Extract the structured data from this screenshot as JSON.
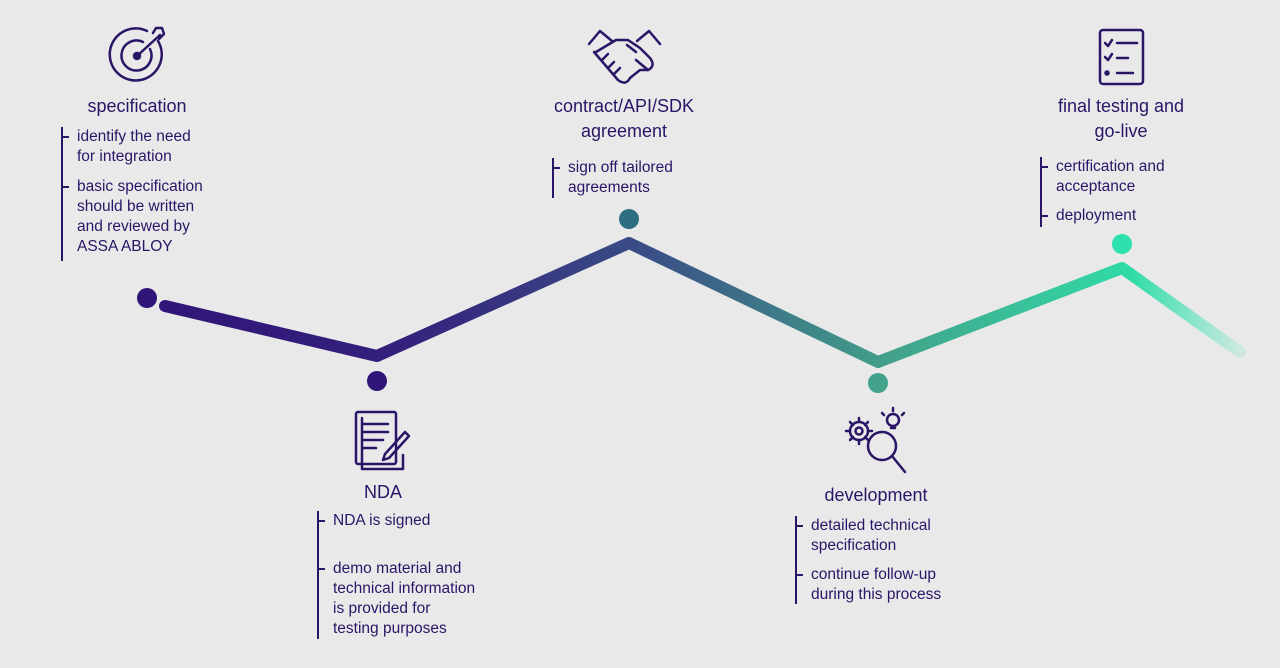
{
  "colors": {
    "background": "#e9e9ea",
    "text": "#2a1566",
    "line_start": "#2f1678",
    "line_mid": "#3a4a84",
    "line_teal": "#42a38a",
    "line_end": "#2ee6b0"
  },
  "steps": [
    {
      "icon": "target-icon",
      "title": "specification",
      "bullets": [
        "identify the need\nfor integration",
        "basic specification\nshould be written\nand reviewed by\nASSA ABLOY"
      ]
    },
    {
      "icon": "document-signing-icon",
      "title": "NDA",
      "bullets": [
        "NDA is signed",
        "demo material and\ntechnical information\nis provided for\ntesting purposes"
      ]
    },
    {
      "icon": "handshake-icon",
      "title": "contract/API/SDK\nagreement",
      "bullets": [
        "sign off tailored\nagreements"
      ]
    },
    {
      "icon": "gear-search-idea-icon",
      "title": "development",
      "bullets": [
        "detailed technical\nspecification",
        "continue follow-up\nduring this process"
      ]
    },
    {
      "icon": "checklist-icon",
      "title": "final testing and\ngo-live",
      "bullets": [
        "certification and\nacceptance",
        "deployment"
      ]
    }
  ]
}
